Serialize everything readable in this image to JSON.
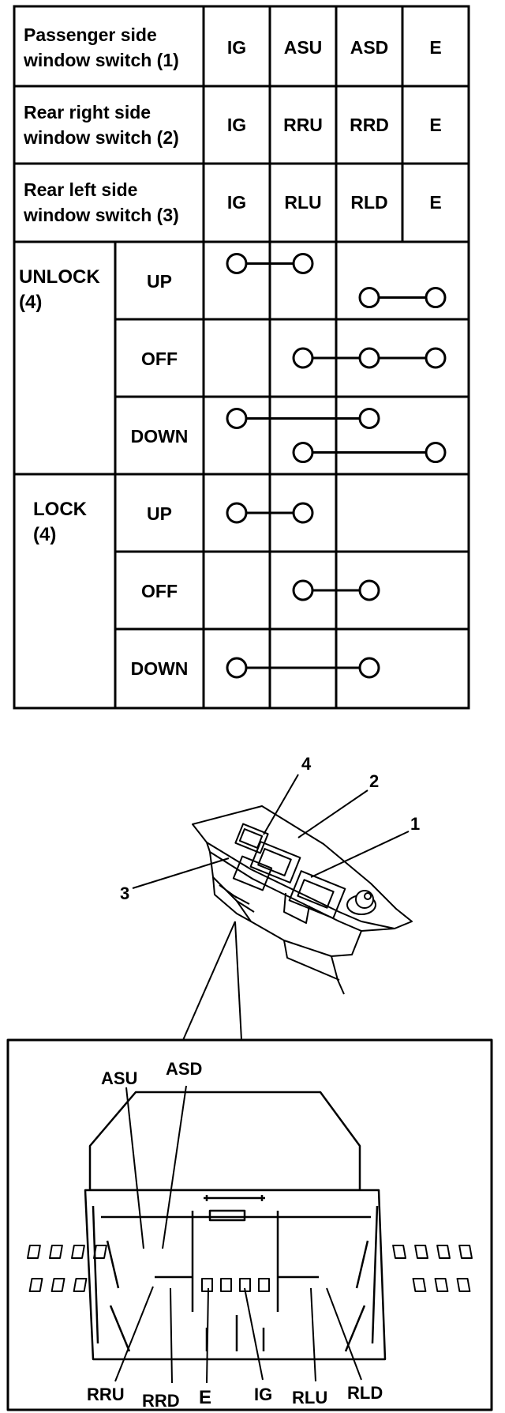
{
  "table": {
    "columns": [
      "IG",
      "ASU",
      "ASD",
      "E"
    ],
    "header_rows": [
      {
        "name_line1": "Passenger side",
        "name_line2": "window switch (1)",
        "terminals": [
          "IG",
          "ASU",
          "ASD",
          "E"
        ]
      },
      {
        "name_line1": "Rear right side",
        "name_line2": "window switch (2)",
        "terminals": [
          "IG",
          "RRU",
          "RRD",
          "E"
        ]
      },
      {
        "name_line1": "Rear left side",
        "name_line2": "window switch (3)",
        "terminals": [
          "IG",
          "RLU",
          "RLD",
          "E"
        ]
      }
    ],
    "groups": [
      {
        "label_line1": "UNLOCK",
        "label_line2": "(4)",
        "positions": [
          {
            "label": "UP",
            "connections": [
              [
                0,
                1
              ],
              [
                2,
                3
              ]
            ]
          },
          {
            "label": "OFF",
            "connections": [
              [
                1,
                2,
                3
              ]
            ]
          },
          {
            "label": "DOWN",
            "connections": [
              [
                0,
                2
              ],
              [
                1,
                3
              ]
            ]
          }
        ]
      },
      {
        "label_line1": "LOCK",
        "label_line2": "(4)",
        "positions": [
          {
            "label": "UP",
            "connections": [
              [
                0,
                1
              ]
            ]
          },
          {
            "label": "OFF",
            "connections": [
              [
                1,
                2
              ]
            ]
          },
          {
            "label": "DOWN",
            "connections": [
              [
                0,
                2
              ]
            ]
          }
        ]
      }
    ]
  },
  "figure": {
    "callouts": [
      "4",
      "2",
      "1",
      "3"
    ],
    "connector_top_labels": [
      "ASU",
      "ASD"
    ],
    "connector_bottom_labels": [
      "RRU",
      "RRD",
      "E",
      "IG",
      "RLU",
      "RLD"
    ]
  }
}
